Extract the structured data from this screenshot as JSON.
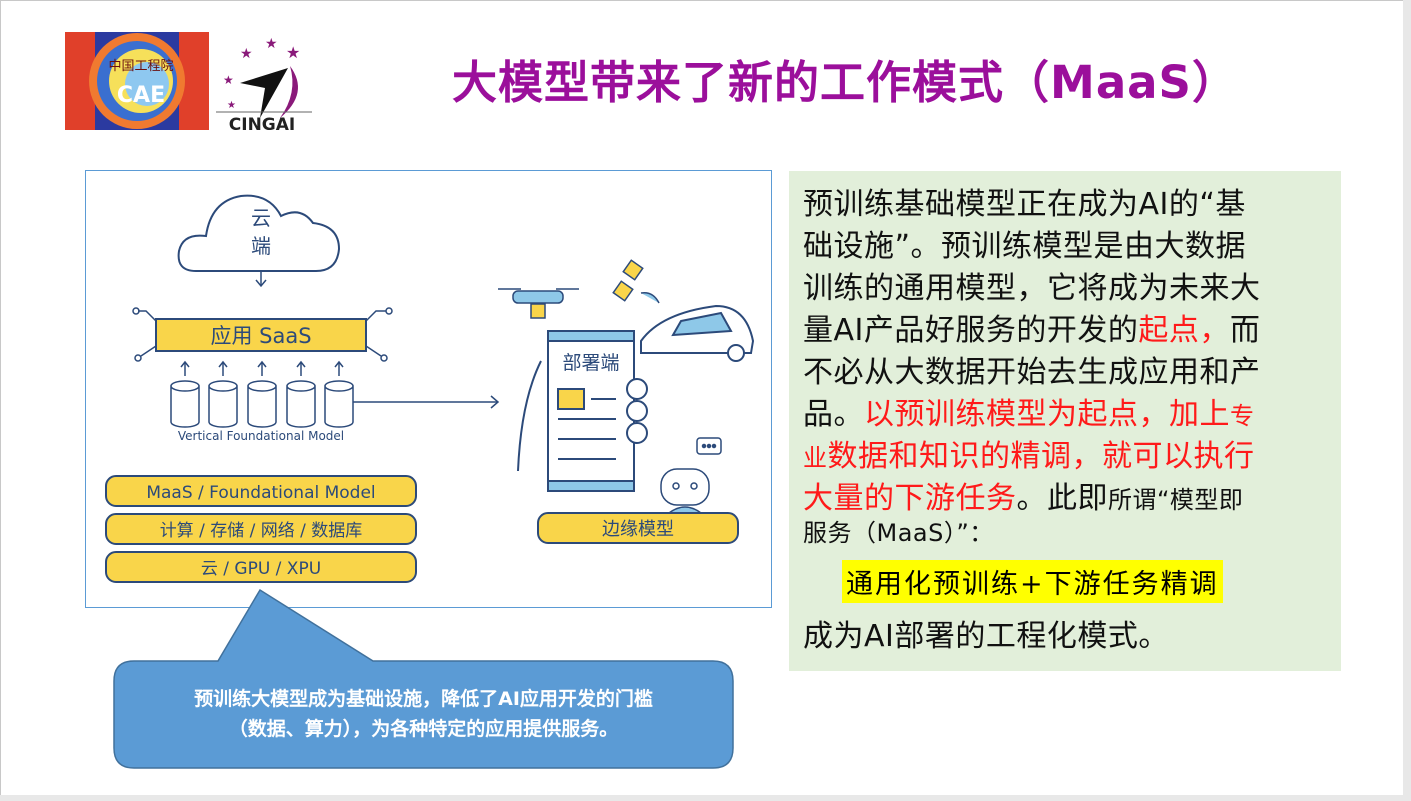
{
  "logos": {
    "cae": {
      "cn": "中国工程院",
      "en": "CAE"
    },
    "cingai": {
      "en": "CINGAI"
    }
  },
  "title": "大模型带来了新的工作模式（MaaS）",
  "diagram": {
    "cloud_line1": "云",
    "cloud_line2": "端",
    "saas_label": "应用 SaaS",
    "vfm_label": "Vertical Foundational Model",
    "stack": [
      "MaaS / Foundational Model",
      "计算 / 存储 / 网络 / 数据库",
      "云 / GPU / XPU"
    ],
    "device_label": "部署端",
    "edge_label": "边缘模型"
  },
  "textbox": {
    "l1": "预训练基础模型正在成为AI的“基",
    "l2": "础设施”。预训练模型是由大数据",
    "l3": "训练的通用模型，它将成为未来大",
    "l4a": "量AI产品好服务的开发的",
    "l4b": "起点，",
    "l4c": "而",
    "l5": "不必从大数据开始去生成应用和产",
    "l6a": "品。",
    "l6b": "以预训练模型为起点，加上",
    "l6c": "专",
    "l7a": "业",
    "l7b": "数据和知识的精调，就可以执行",
    "l8a": "大量的下游任务",
    "l8b": "。此即",
    "l8c": "所谓“模型即",
    "l9": "服务（MaaS）”：",
    "highlight": "通用化预训练+下游任务精调",
    "final": "成为AI部署的工程化模式。"
  },
  "callout": {
    "line1": "预训练大模型成为基础设施，降低了AI应用开发的门槛",
    "line2": "（数据、算力），为各种特定的应用提供服务。"
  },
  "colors": {
    "title": "#9b0f9b",
    "accent_red": "#ff1a1a",
    "panel_bg": "#e2efda",
    "highlight": "#ffff00",
    "callout": "#5b9bd5",
    "diagram_yellow": "#f9d54a",
    "diagram_navy": "#2c4a7a"
  }
}
